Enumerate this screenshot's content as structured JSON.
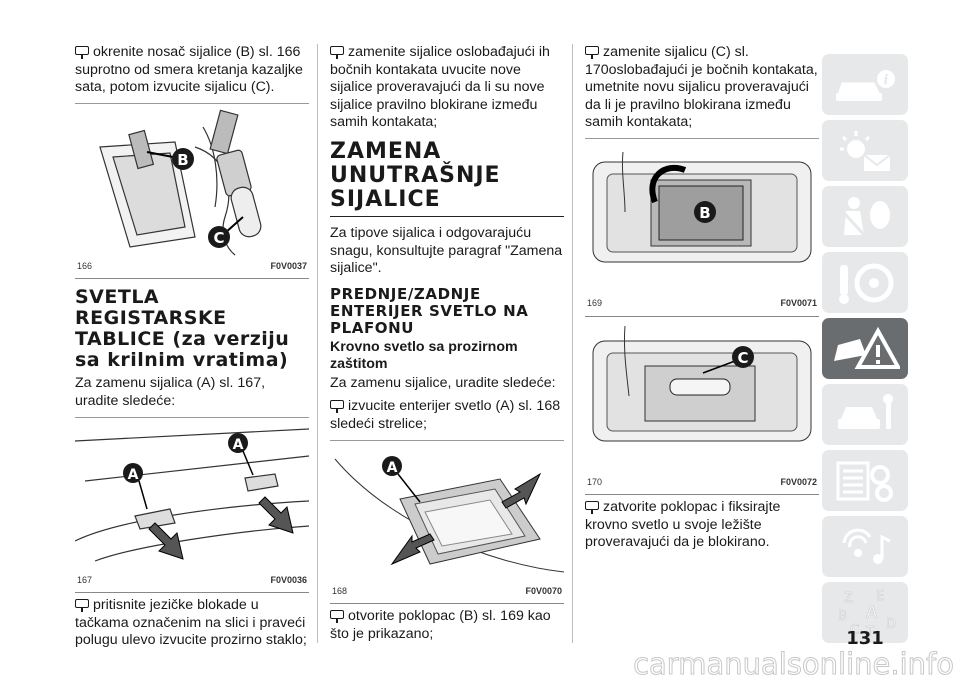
{
  "col1": {
    "step1": "okrenite nosač sijalice (B) sl. 166 suprotno od smera kretanja kazaljke sata, potom izvucite sijalicu (C).",
    "fig166": {
      "num": "166",
      "code": "F0V0037",
      "label_b": "B",
      "label_c": "C"
    },
    "heading": "SVETLA REGISTARSKE TABLICE (za verziju sa krilnim vratima)",
    "intro": "Za zamenu sijalica (A) sl. 167, uradite sledeće:",
    "fig167": {
      "num": "167",
      "code": "F0V0036",
      "label_a1": "A",
      "label_a2": "A"
    },
    "step2": "pritisnite jezičke blokade u tačkama označenim na slici i praveći polugu ulevo izvucite prozirno staklo;"
  },
  "col2": {
    "step1": "zamenite sijalice oslobađajući ih bočnih kontakata uvucite nove sijalice proveravajući da li su nove sijalice pravilno blokirane između samih kontakata;",
    "heading": "ZAMENA UNUTRAŠNJE SIJALICE",
    "para": "Za tipove sijalica i odgovarajuću snagu, konsultujte paragraf \"Zamena sijalice\".",
    "subheading": "PREDNJE/ZADNJE ENTERIJER SVETLO NA PLAFONU",
    "minor": "Krovno svetlo sa prozirnom zaštitom",
    "intro": "Za zamenu sijalice, uradite sledeće:",
    "step2": "izvucite enterijer svetlo (A) sl. 168 sledeći strelice;",
    "fig168": {
      "num": "168",
      "code": "F0V0070",
      "label_a": "A"
    },
    "step3": "otvorite poklopac (B) sl. 169 kao što je prikazano;"
  },
  "col3": {
    "step1": "zamenite sijalicu (C) sl. 170oslobađajući je bočnih kontakata, umetnite novu sijalicu proveravajući da li je pravilno blokirana između samih kontakata;",
    "fig169": {
      "num": "169",
      "code": "F0V0071",
      "label_b": "B"
    },
    "fig170": {
      "num": "170",
      "code": "F0V0072",
      "label_c": "C"
    },
    "step2": "zatvorite poklopac i fiksirajte krovno svetlo u svoje ležište proveravajući da je blokirano."
  },
  "sidebar": {
    "tabs": [
      {
        "icon": "car-info-icon"
      },
      {
        "icon": "dashboard-lights-icon"
      },
      {
        "icon": "safety-airbag-icon"
      },
      {
        "icon": "steering-key-icon"
      },
      {
        "icon": "breakdown-warning-icon",
        "active": true
      },
      {
        "icon": "maintenance-car-icon"
      },
      {
        "icon": "technical-data-icon"
      },
      {
        "icon": "multimedia-icon"
      },
      {
        "icon": "index-icon",
        "letters": [
          "Z",
          "E",
          "B",
          "A",
          "C",
          "T",
          "D"
        ]
      }
    ],
    "active_color": "#6a6d70",
    "tab_color": "#e7e8e9"
  },
  "page_number": "131",
  "watermark": "carmanualsonline.info"
}
